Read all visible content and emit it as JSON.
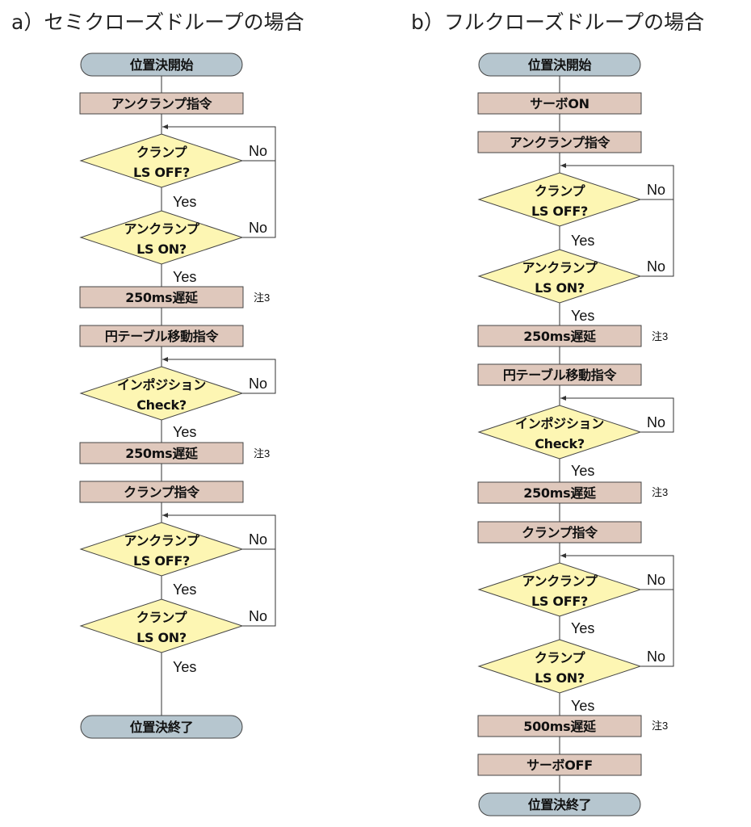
{
  "titles": {
    "left": "a）セミクローズドループの場合",
    "right": "b）フルクローズドループの場合"
  },
  "left": {
    "start": "位置決開始",
    "unclamp_cmd": "アンクランプ指令",
    "d1_line1": "クランプ",
    "d1_line2": "LS OFF?",
    "d2_line1": "アンクランプ",
    "d2_line2": "LS ON?",
    "delay1": "250ms遅延",
    "move_cmd": "円テーブル移動指令",
    "d3_line1": "インポジション",
    "d3_line2": "Check?",
    "delay2": "250ms遅延",
    "clamp_cmd": "クランプ指令",
    "d4_line1": "アンクランプ",
    "d4_line2": "LS OFF?",
    "d5_line1": "クランプ",
    "d5_line2": "LS ON?",
    "end": "位置決終了",
    "note1": "注3",
    "note2": "注3"
  },
  "right": {
    "start": "位置決開始",
    "servo_on": "サーボON",
    "unclamp_cmd": "アンクランプ指令",
    "d1_line1": "クランプ",
    "d1_line2": "LS OFF?",
    "d2_line1": "アンクランプ",
    "d2_line2": "LS ON?",
    "delay1": "250ms遅延",
    "move_cmd": "円テーブル移動指令",
    "d3_line1": "インポジション",
    "d3_line2": "Check?",
    "delay2": "250ms遅延",
    "clamp_cmd": "クランプ指令",
    "d4_line1": "アンクランプ",
    "d4_line2": "LS OFF?",
    "d5_line1": "クランプ",
    "d5_line2": "LS ON?",
    "delay3": "500ms遅延",
    "servo_off": "サーボOFF",
    "end": "位置決終了",
    "note1": "注3",
    "note2": "注3",
    "note3": "注3"
  },
  "labels": {
    "yes": "Yes",
    "no": "No"
  }
}
